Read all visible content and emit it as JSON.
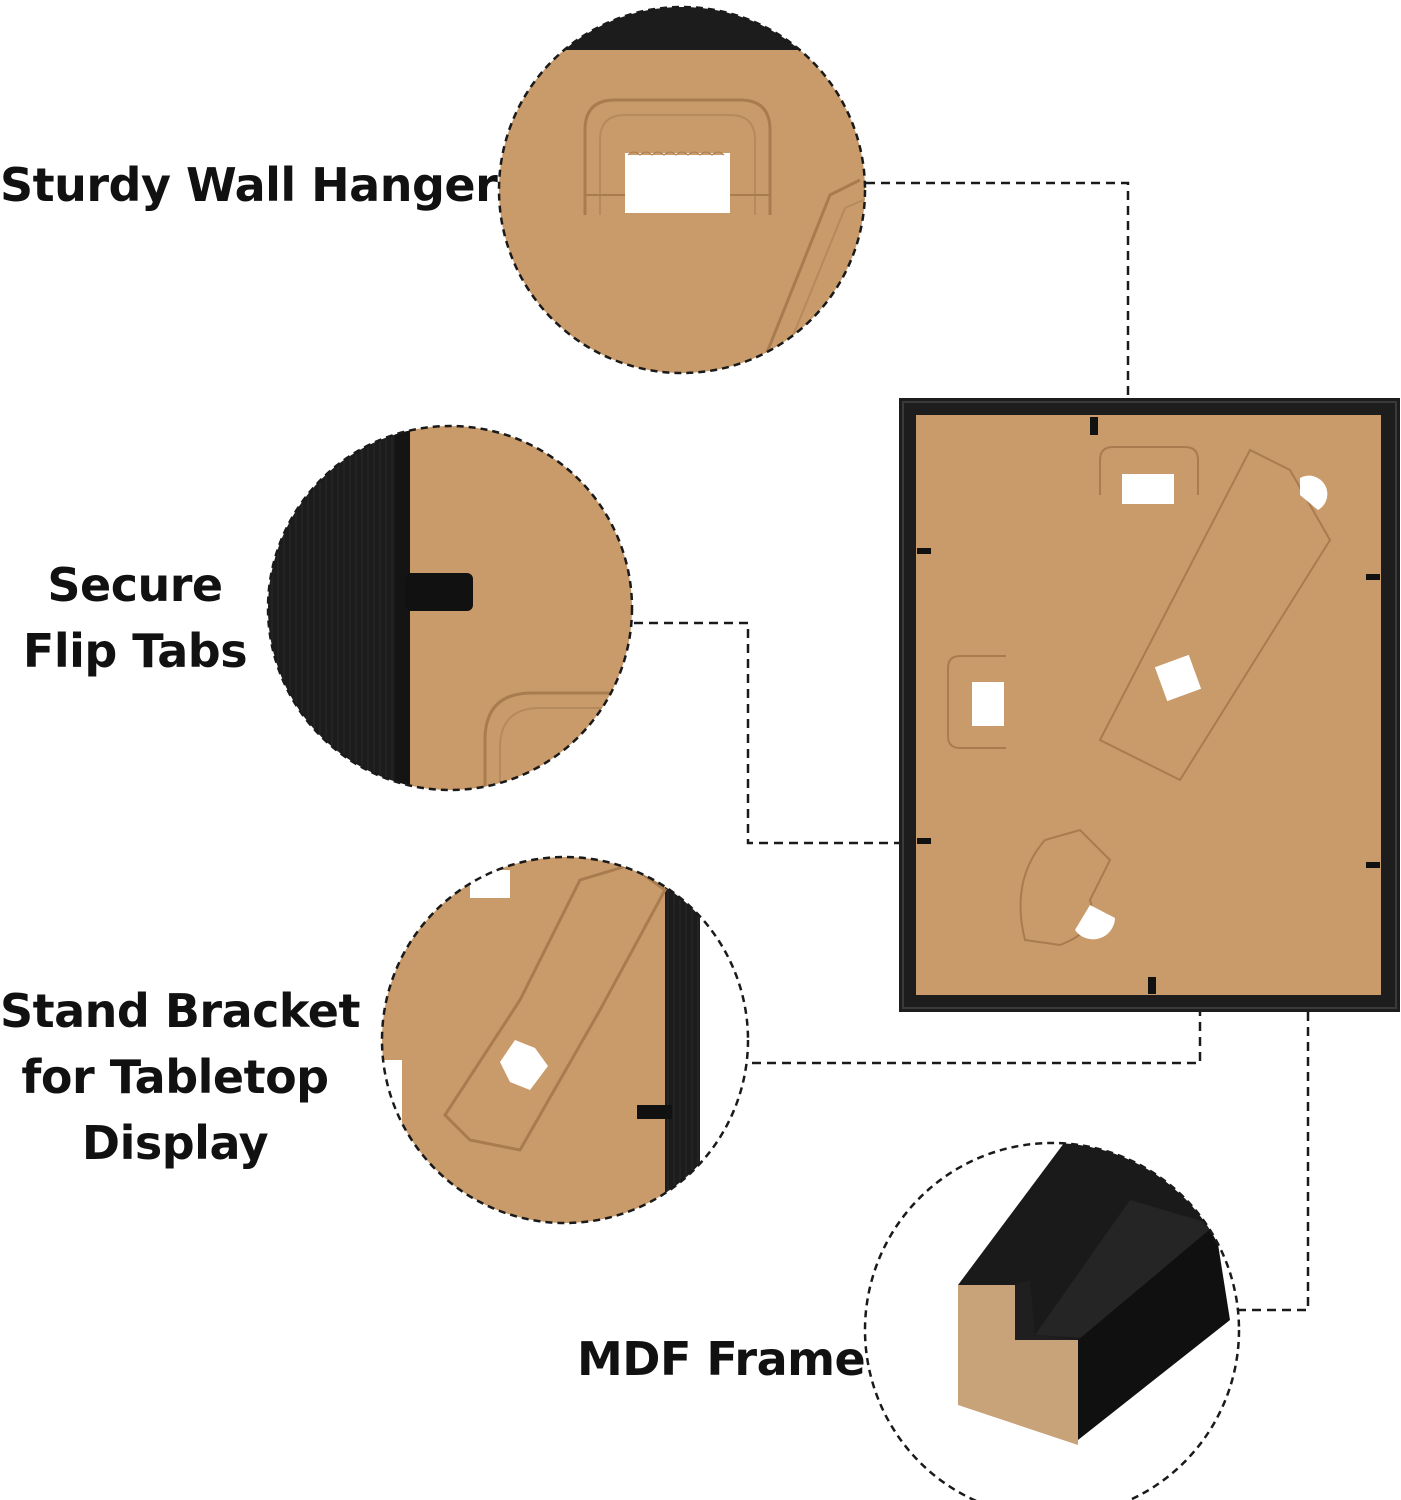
{
  "features": {
    "wall_hanger": {
      "label": "Sturdy Wall Hanger"
    },
    "flip_tabs": {
      "lines": [
        "Secure",
        "Flip Tabs"
      ]
    },
    "stand_bracket": {
      "lines": [
        "Stand Bracket",
        "for Tabletop",
        "Display"
      ]
    },
    "mdf_frame": {
      "label": "MDF Frame"
    }
  },
  "colors": {
    "kraft": "#c99b6a",
    "kraft_line": "#a87c4f",
    "frame_black": "#1a1a1a",
    "mdf": "#c8a278",
    "dash": "#1a1a1a"
  }
}
